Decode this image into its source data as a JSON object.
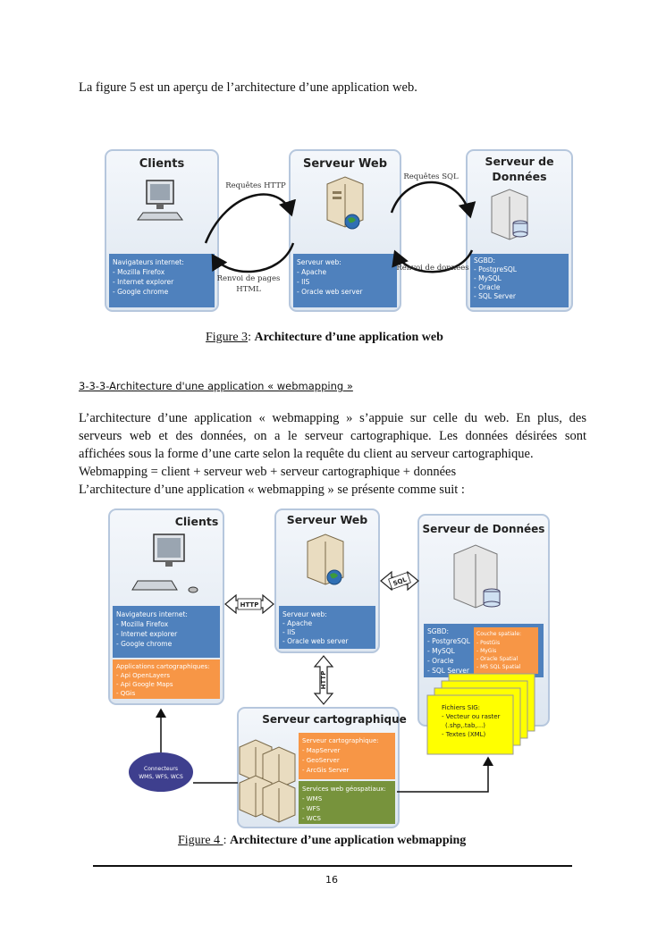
{
  "intro": "La figure 5 est un aperçu de l’architecture d’une application web.",
  "fig3": {
    "clients": {
      "title": "Clients",
      "info_title": "Navigateurs internet:",
      "items": [
        "- Mozilla Firefox",
        "- Internet explorer",
        "- Google chrome"
      ]
    },
    "web": {
      "title": "Serveur Web",
      "info_title": "Serveur web:",
      "items": [
        "- Apache",
        "- IIS",
        "- Oracle web server"
      ]
    },
    "data": {
      "title_line1": "Serveur de",
      "title_line2": "Données",
      "info_title": "SGBD:",
      "items": [
        "- PostgreSQL",
        "- MySQL",
        "- Oracle",
        "- SQL Server"
      ]
    },
    "arrows": {
      "http_req": "Requêtes HTTP",
      "sql_req": "Requêtes SQL",
      "html_ret_line1": "Renvoi de pages",
      "html_ret_line2": "HTML",
      "data_ret": "Renvoi de données"
    },
    "caption_label": "Figure 3",
    "caption_sep": ": ",
    "caption_title": "Architecture d’une application web"
  },
  "section_heading": "3-3-3-Architecture d'une application « webmapping »",
  "para": {
    "line1": "L’architecture d’une application « webmapping » s’appuie sur celle du web. En plus, des",
    "line2": "serveurs web et des données, on a le serveur cartographique. Les données désirées sont",
    "line3": "affichées sous la forme d’une carte selon la requête du client au serveur cartographique.",
    "line4": "Webmapping = client + serveur web + serveur cartographique + données",
    "line5": "L’architecture d’une application « webmapping » se présente comme suit :"
  },
  "fig4": {
    "clients": {
      "title": "Clients",
      "info_title": "Navigateurs internet:",
      "items": [
        "- Mozilla Firefox",
        "- Internet explorer",
        "- Google chrome"
      ],
      "apps_title": "Applications cartographiques:",
      "apps": [
        "- Api OpenLayers",
        "- Api Google Maps",
        "- QGis"
      ]
    },
    "web": {
      "title": "Serveur Web",
      "info_title": "Serveur web:",
      "items": [
        "- Apache",
        "- IIS",
        "- Oracle web server"
      ]
    },
    "data": {
      "title": "Serveur de Données",
      "info_title": "SGBD:",
      "items": [
        "- PostgreSQL",
        "- MySQL",
        "- Oracle",
        "- SQL Server"
      ],
      "spatial_title": "Couche spatiale:",
      "spatial": [
        "- PostGis",
        "- MyGis",
        "- Oracle Spatial",
        "- MS SQL Spatial"
      ],
      "files_title": "Fichiers SIG:",
      "files": [
        "- Vecteur ou raster",
        "(.shp,.tab,...)",
        "- Textes (XML)"
      ]
    },
    "carto": {
      "title": "Serveur cartographique",
      "srv_title": "Serveur cartographique:",
      "srv": [
        "- MapServer",
        "- GeoServer",
        "- ArcGis Server"
      ],
      "ws_title": "Services web géospatiaux:",
      "ws": [
        "- WMS",
        "- WFS",
        "- WCS"
      ]
    },
    "connectors_line1": "Connecteurs",
    "connectors_line2": "WMS, WFS, WCS",
    "http_label": "HTTP",
    "sql_label": "SQL",
    "http_vertical_label": "HTTP",
    "caption_label": "Figure 4 ",
    "caption_sep": ": ",
    "caption_title": "Architecture d’une application webmapping"
  },
  "page_number": "16",
  "colors": {
    "blue_panel": "#4f81bd",
    "orange_panel": "#f79646",
    "green_panel": "#77933c",
    "yellow_files": "#ffff00",
    "connector": "#3e3f8e"
  }
}
